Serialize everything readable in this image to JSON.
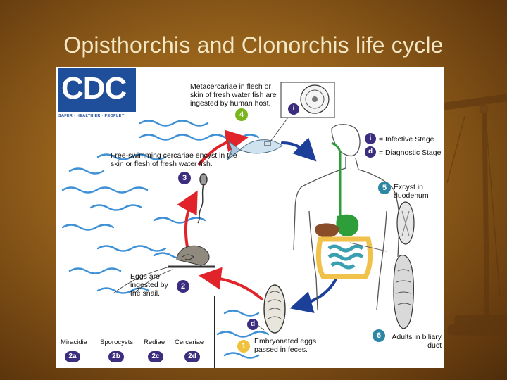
{
  "slide": {
    "title": "Opisthorchis and Clonorchis life cycle"
  },
  "logo": {
    "text": "CDC",
    "tagline": "SAFER · HEALTHIER · PEOPLE™"
  },
  "legend": {
    "infective": {
      "badge": "i",
      "label": "= Infective Stage"
    },
    "diagnostic": {
      "badge": "d",
      "label": "= Diagnostic Stage"
    }
  },
  "steps": {
    "s1": {
      "num": "1",
      "text": "Embryonated eggs passed in feces."
    },
    "s2": {
      "num": "2",
      "text": "Eggs are ingested by the snail."
    },
    "s3": {
      "num": "3",
      "text": "Free-swimming cercariae encyst in the skin or flesh of fresh water fish."
    },
    "s4": {
      "num": "4",
      "text": "Metacercariae in flesh or skin of fresh water fish are ingested by human host."
    },
    "s5": {
      "num": "5",
      "text": "Excyst in duodenum"
    },
    "s6": {
      "num": "6",
      "text": "Adults in biliary duct"
    }
  },
  "stages": [
    {
      "badge": "2a",
      "label": "Miracidia"
    },
    {
      "badge": "2b",
      "label": "Sporocysts"
    },
    {
      "badge": "2c",
      "label": "Rediae"
    },
    {
      "badge": "2d",
      "label": "Cercariae"
    }
  ],
  "markers": {
    "infective": "i",
    "diagnostic": "d"
  },
  "colors": {
    "arrow_red": "#e0242a",
    "arrow_blue": "#1c3f9a",
    "water": "#3d8fd6",
    "gut_green": "#2d9e3a",
    "liver": "#8a4d2a",
    "intestine_yellow": "#f1c24b",
    "intestine_teal": "#3a9fb0"
  }
}
